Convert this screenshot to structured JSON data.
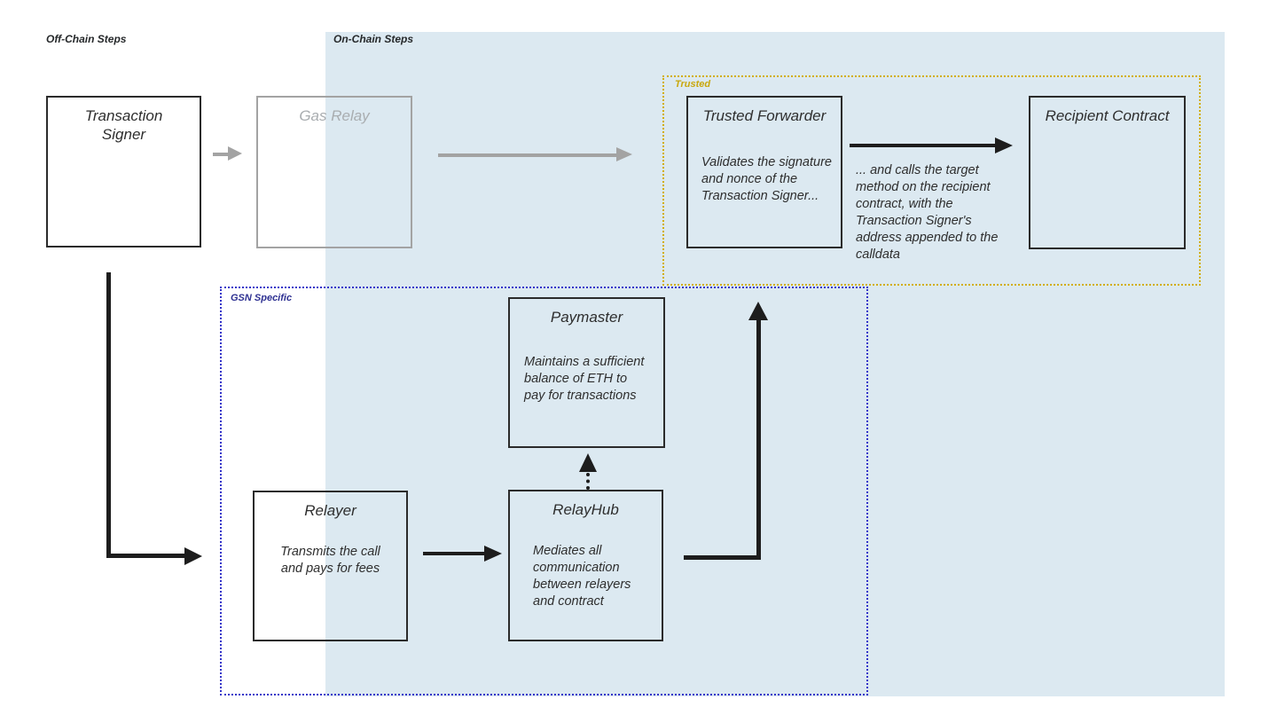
{
  "diagram": {
    "labels": {
      "off_chain": "Off-Chain Steps",
      "on_chain": "On-Chain Steps",
      "trusted": "Trusted",
      "gsn": "GSN Specific"
    },
    "boxes": {
      "transaction_signer": {
        "title": "Transaction\nSigner"
      },
      "gas_relay": {
        "title": "Gas Relay"
      },
      "trusted_forwarder": {
        "title": "Trusted Forwarder",
        "body": "Validates the signature\nand nonce of the\nTransaction Signer..."
      },
      "recipient_contract": {
        "title": "Recipient Contract"
      },
      "paymaster": {
        "title": "Paymaster",
        "body": "Maintains a sufficient\nbalance of ETH to\npay for transactions"
      },
      "relayer": {
        "title": "Relayer",
        "body": "Transmits the call\nand pays for fees"
      },
      "relayhub": {
        "title": "RelayHub",
        "body": "Mediates all\ncommunication\nbetween relayers\nand contract"
      }
    },
    "annotations": {
      "forward_call": "... and calls the target\nmethod on the recipient\ncontract, with the\nTransaction Signer's\naddress appended to the\ncalldata"
    },
    "colors": {
      "on_chain_bg": "#dce9f1",
      "trusted_border": "#d2ae0a",
      "trusted_label": "#c9a70c",
      "gsn_border": "#3434c9",
      "gsn_label": "#2e3192",
      "inactive_gray": "#a3a3a3",
      "ink": "#1d1d1d"
    }
  }
}
